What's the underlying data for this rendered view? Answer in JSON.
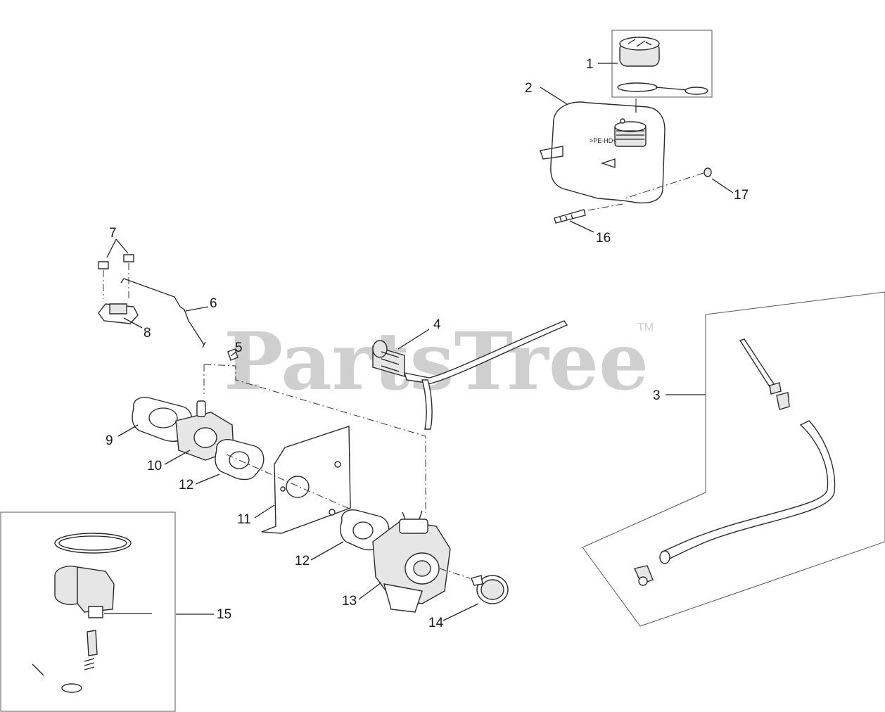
{
  "watermark": {
    "text": "PartsTree",
    "trademark": "TM"
  },
  "callouts": [
    "1",
    "2",
    "3",
    "4",
    "5",
    "6",
    "7",
    "8",
    "9",
    "10",
    "11",
    "12",
    "12",
    "13",
    "14",
    "15",
    "16",
    "17"
  ]
}
